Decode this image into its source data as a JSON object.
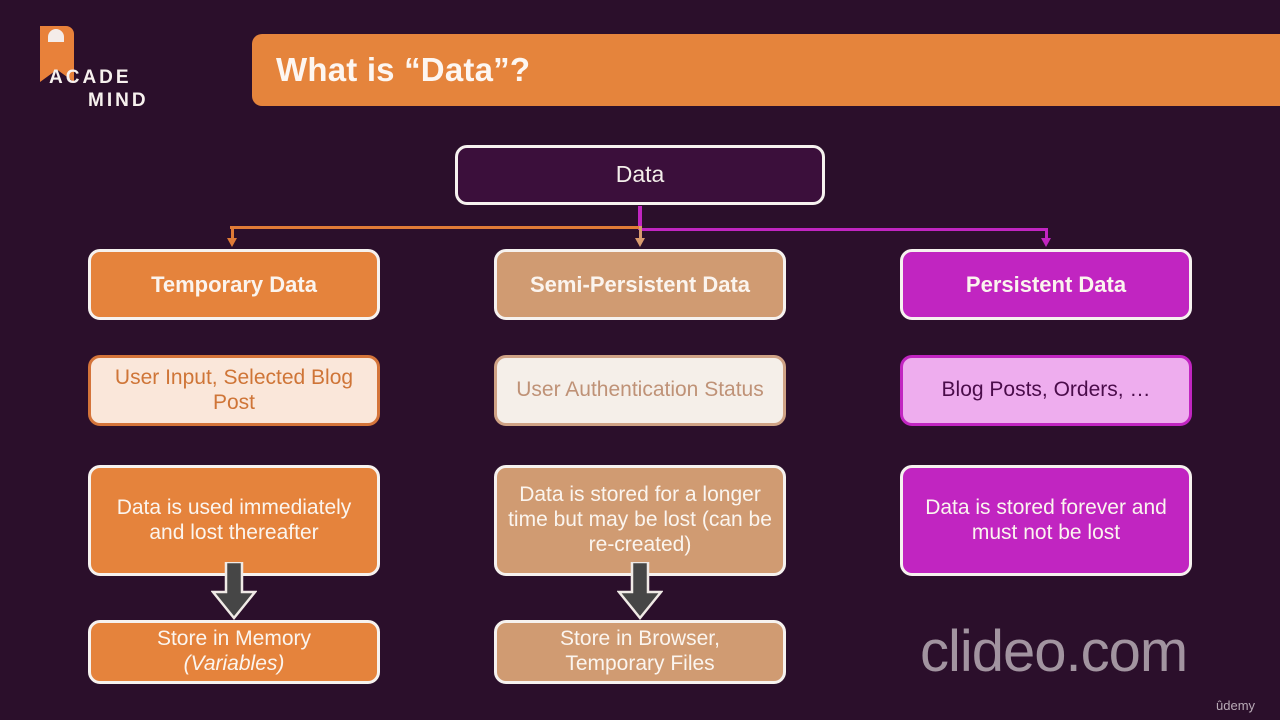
{
  "slide": {
    "background_color": "#2b0f2b",
    "title": "What is “Data”?",
    "title_bar_color": "#e5843c"
  },
  "logo": {
    "line1": "ACADE",
    "line2": "MIND",
    "mark_color": "#e8813a"
  },
  "diagram": {
    "root": {
      "label": "Data",
      "fill": "#3b0f3b",
      "border": "#f6f2ef"
    },
    "columns": [
      {
        "key": "temporary",
        "header": "Temporary Data",
        "header_fill": "#e5833c",
        "example": "User Input, Selected Blog Post",
        "example_fill": "#fae7da",
        "example_text_color": "#cf7537",
        "description": "Data is used immediately and lost thereafter",
        "description_fill": "#e5833c",
        "store_line1": "Store in Memory",
        "store_line2": "(Variables)",
        "store_fill": "#e5833c",
        "connector_color": "#e07b37"
      },
      {
        "key": "semi-persistent",
        "header": "Semi-Persistent Data",
        "header_fill": "#d09b72",
        "example": "User Authentication Status",
        "example_fill": "#f5efe9",
        "example_text_color": "#bf9277",
        "description": "Data is stored for a longer time but may be lost (can be re-created)",
        "description_fill": "#d09b72",
        "store_line1": "Store in Browser,",
        "store_line2": "Temporary Files",
        "store_fill": "#d09b72",
        "connector_color": "#d79a6e"
      },
      {
        "key": "persistent",
        "header": "Persistent Data",
        "header_fill": "#c125c1",
        "example": "Blog Posts, Orders, …",
        "example_fill": "#eeadee",
        "example_text_color": "#4a0c4a",
        "description": "Data is stored forever and must not be lost",
        "description_fill": "#c125c1",
        "store_line1": "",
        "store_line2": "",
        "store_fill": "",
        "connector_color": "#c125c1"
      }
    ],
    "arrow_color": "#464646"
  },
  "watermarks": {
    "clideo": "clideo.com",
    "udemy": "ûdemy"
  }
}
